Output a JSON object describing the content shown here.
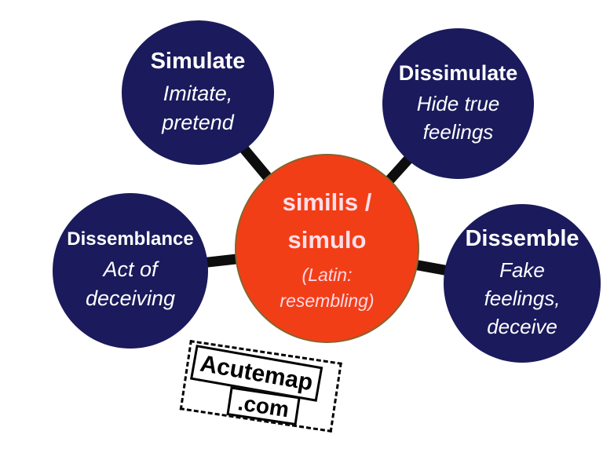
{
  "diagram": {
    "center_node": {
      "title_lines": [
        "similis /",
        "simulo"
      ],
      "subtitle_lines": [
        "(Latin:",
        "resembling)"
      ]
    },
    "nodes": [
      {
        "id": "simulate",
        "title": "Simulate",
        "desc_lines": [
          "Imitate,",
          "pretend"
        ]
      },
      {
        "id": "dissimulate",
        "title": "Dissimulate",
        "desc_lines": [
          "Hide true",
          "feelings"
        ]
      },
      {
        "id": "dissemblance",
        "title": "Dissemblance",
        "desc_lines": [
          "Act of",
          "deceiving"
        ]
      },
      {
        "id": "dissemble",
        "title": "Dissemble",
        "desc_lines": [
          "Fake",
          "feelings,",
          "deceive"
        ]
      }
    ]
  },
  "watermark": {
    "name": "Acutemap",
    "tld": ".com"
  },
  "colors": {
    "background": "#ffffff",
    "node_fill": "#1a1a5c",
    "node_text": "#ffffff",
    "center_fill": "#f23e16",
    "center_border": "#86642d",
    "center_text": "#ffdfe9",
    "center_subtext": "#ffd9e6",
    "connector": "#0d0d0d",
    "watermark_ink": "#000000"
  }
}
